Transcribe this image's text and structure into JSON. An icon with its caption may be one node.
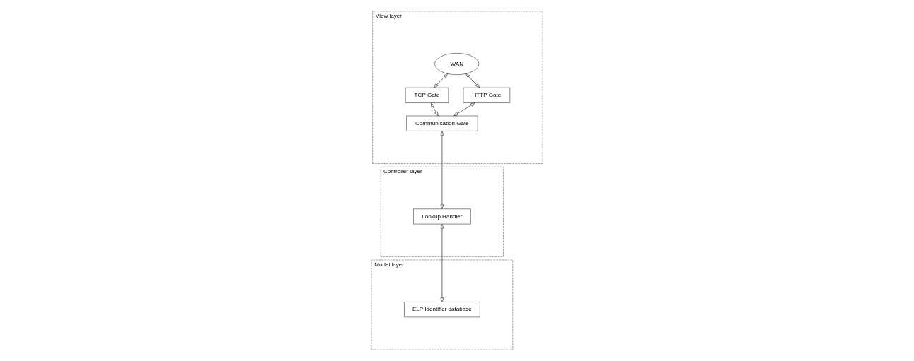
{
  "diagram": {
    "nodes": [
      {
        "text": [
          "View layer"
        ]
      },
      {
        "text": [
          "WAN"
        ],
        "in": 0
      },
      {
        "text": [
          "TCP Gate"
        ],
        "in": 0
      },
      {
        "text": [
          "HTTP Gate"
        ],
        "in": 0
      },
      {
        "text": [
          "Communication Gate"
        ],
        "in": 0
      },
      {
        "text": [
          "Controller layer"
        ]
      },
      {
        "text": [
          "Lookup Handler"
        ],
        "in": 5
      },
      {
        "text": [
          "Model layer"
        ]
      },
      {
        "text": [
          "ELP Identifier database"
        ],
        "in": 7
      }
    ],
    "edges": [
      {
        "from": 1,
        "to": 2,
        "arrow": "both"
      },
      {
        "from": 1,
        "to": 3,
        "arrow": "both"
      },
      {
        "from": 2,
        "to": 4,
        "arrow": "both"
      },
      {
        "from": 3,
        "to": 4,
        "arrow": "both"
      },
      {
        "from": 4,
        "to": 6,
        "arrow": "both"
      },
      {
        "from": 6,
        "to": 8,
        "arrow": "both"
      }
    ]
  }
}
